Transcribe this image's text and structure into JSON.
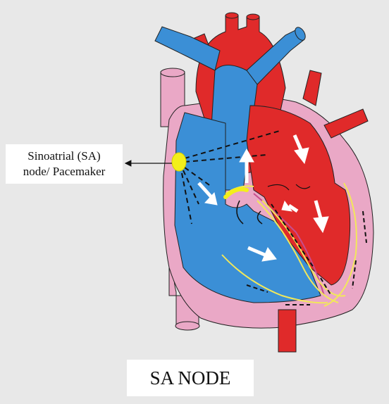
{
  "label": {
    "line1": "Sinoatrial (SA)",
    "line2": "node/ Pacemaker"
  },
  "caption": "SA NODE",
  "colors": {
    "background": "#e8e8e8",
    "oxygenated": "#e02a2a",
    "deoxygenated": "#3b8fd6",
    "wall": "#eaa8c6",
    "sa_node": "#f3ef1a",
    "conduction_path": "#f2e85a",
    "flow_arrow": "#ffffff"
  },
  "icons": [
    "pointer-arrow",
    "flow-arrow",
    "sa-node"
  ]
}
